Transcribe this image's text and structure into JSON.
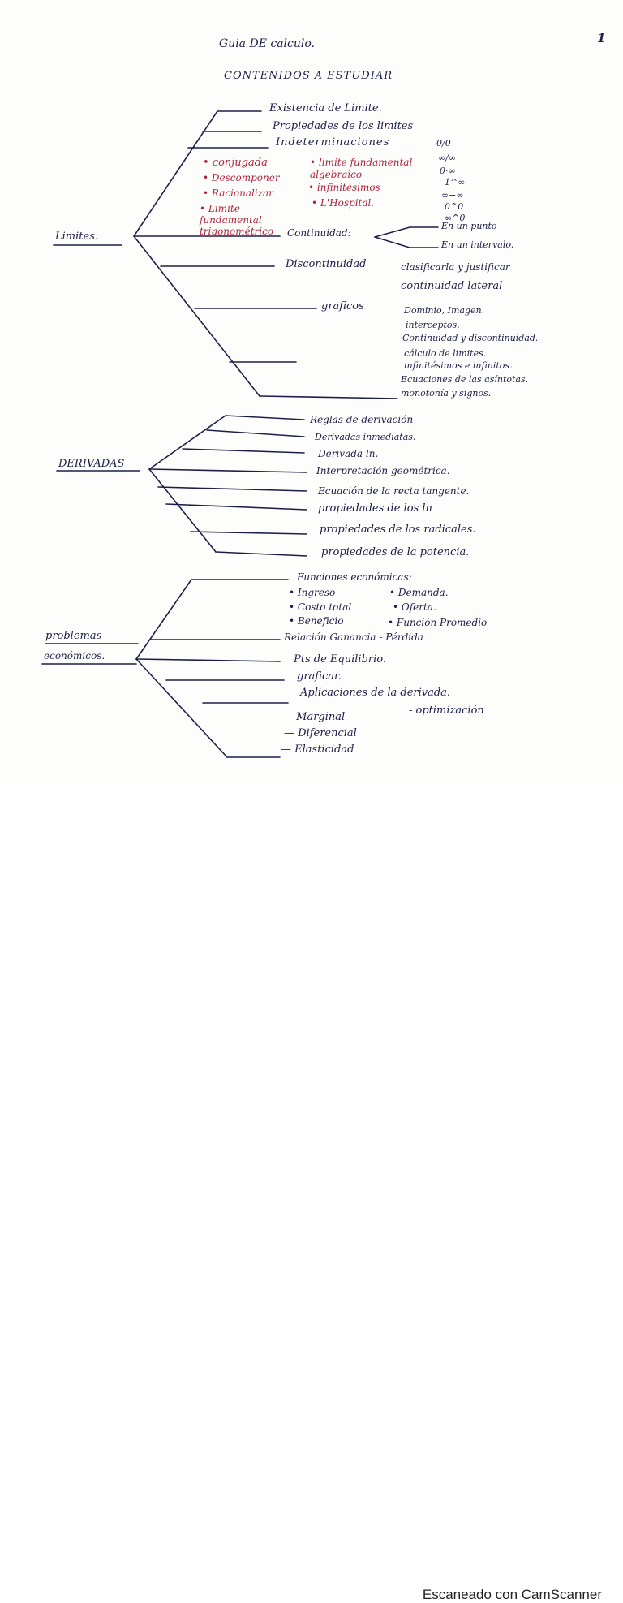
{
  "header": {
    "title": "Guia DE calculo.",
    "page_number": "1",
    "subtitle": "CONTENIDOS A ESTUDIAR"
  },
  "limites": {
    "label": "Limites.",
    "items": [
      "Existencia de Limite.",
      "Propiedades de los limites",
      "Indeterminaciones",
      "Continuidad:",
      "Discontinuidad",
      "graficos"
    ],
    "indeterminations": [
      "0/0",
      "∞/∞",
      "0·∞",
      "1^∞",
      "∞−∞",
      "0^0",
      "∞^0"
    ],
    "techniques_left": [
      "• conjugada",
      "• Descomponer",
      "• Racionalizar",
      "• Limite fundamental trigonométrico"
    ],
    "techniques_right": [
      "• limite fundamental algebraico",
      "• infinitésimos",
      "• L'Hospital."
    ],
    "continuity": [
      "En un punto",
      "En un intervalo."
    ],
    "discontinuity": [
      "clasificarla y justificar",
      "continuidad lateral"
    ],
    "graphs": [
      "Dominio, Imagen.",
      "interceptos.",
      "Continuidad y discontinuidad.",
      "cálculo de limites.",
      "infinitésimos e infinitos.",
      "Ecuaciones de las asíntotas.",
      "monotonía y signos."
    ]
  },
  "derivadas": {
    "label": "DERIVADAS",
    "items": [
      "Reglas de derivación",
      "Derivadas inmediatas.",
      "Derivada ln.",
      "Interpretación geométrica.",
      "Ecuación de la recta tangente.",
      "propiedades de los ln",
      "propiedades de los radicales.",
      "propiedades de la potencia."
    ]
  },
  "problemas": {
    "label_line1": "problemas",
    "label_line2": "económicos.",
    "items": [
      "Funciones económicas:",
      "Relación Ganancia - Pérdida",
      "Pts de Equilibrio.",
      "graficar.",
      "Aplicaciones de la derivada.",
      "- optimización"
    ],
    "functions_left": [
      "• Ingreso",
      "• Costo total",
      "• Beneficio"
    ],
    "functions_right": [
      "• Demanda.",
      "• Oferta.",
      "• Función Promedio"
    ],
    "derivative_apps": [
      "— Marginal",
      "— Diferencial",
      "— Elasticidad"
    ]
  },
  "footer": {
    "scanner_label": "Escaneado con CamScanner"
  }
}
